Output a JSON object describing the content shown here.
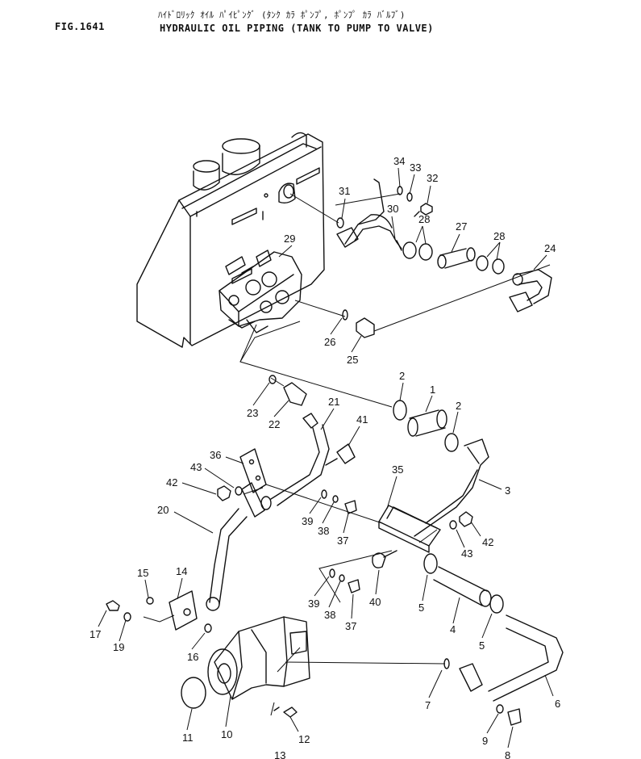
{
  "header": {
    "fig_number": "FIG.1641",
    "title_jp": "ﾊｲﾄﾞﾛﾘｯｸ ｵｲﾙ ﾊﾟｲﾋﾟﾝｸﾞ (ﾀﾝｸ ｶﾗ ﾎﾟﾝﾌﾟ, ﾎﾟﾝﾌﾟ ｶﾗ ﾊﾞﾙﾌﾞ)",
    "title_en": "HYDRAULIC OIL PIPING (TANK TO PUMP TO VALVE)"
  },
  "diagram": {
    "callouts": [
      "1",
      "2",
      "2",
      "3",
      "4",
      "5",
      "5",
      "6",
      "7",
      "8",
      "9",
      "10",
      "11",
      "12",
      "13",
      "14",
      "15",
      "16",
      "17",
      "19",
      "20",
      "21",
      "22",
      "23",
      "24",
      "25",
      "26",
      "27",
      "28",
      "28",
      "29",
      "30",
      "31",
      "32",
      "33",
      "34",
      "35",
      "36",
      "37",
      "37",
      "38",
      "38",
      "39",
      "39",
      "40",
      "41",
      "42",
      "42",
      "43",
      "43"
    ]
  }
}
